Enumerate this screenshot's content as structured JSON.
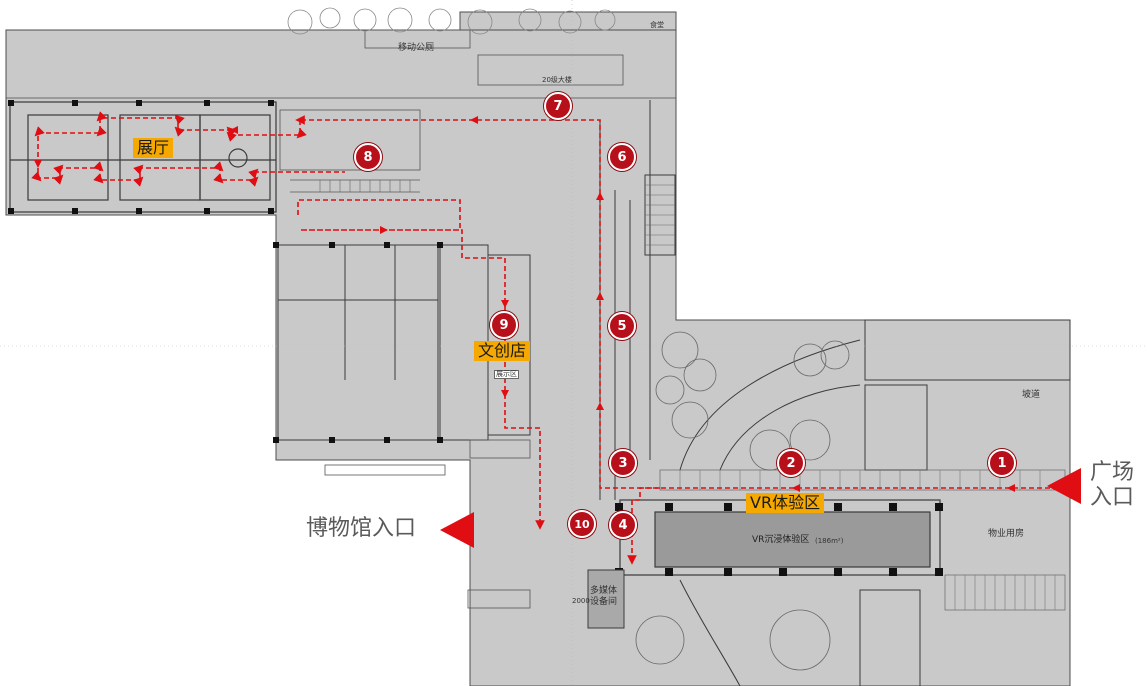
{
  "entrances": {
    "plaza": "广场\n入口",
    "museum": "博物馆入口"
  },
  "zones": {
    "exhibition_hall": "展厅",
    "shop": "文创店",
    "vr_area": "VR体验区"
  },
  "rooms": {
    "mobile_toilet": "移动公厕",
    "canteen": "食堂",
    "ramp": "坡道",
    "property_room": "物业用房",
    "vr_immersive": "VR沉浸体验区",
    "vr_area_size": "(186m²)",
    "multimedia": "多媒体\n设备间",
    "display_area": "展示区",
    "dim_2000": "2000",
    "dim_20": "20级大楼"
  },
  "route_markers": [
    "1",
    "2",
    "3",
    "4",
    "5",
    "6",
    "7",
    "8",
    "9",
    "10"
  ],
  "colors": {
    "route": "#e00d12",
    "marker": "#b8101a",
    "tag": "#f5a800",
    "plan_bg": "#c9c9c9",
    "line": "#4d4d4d"
  }
}
